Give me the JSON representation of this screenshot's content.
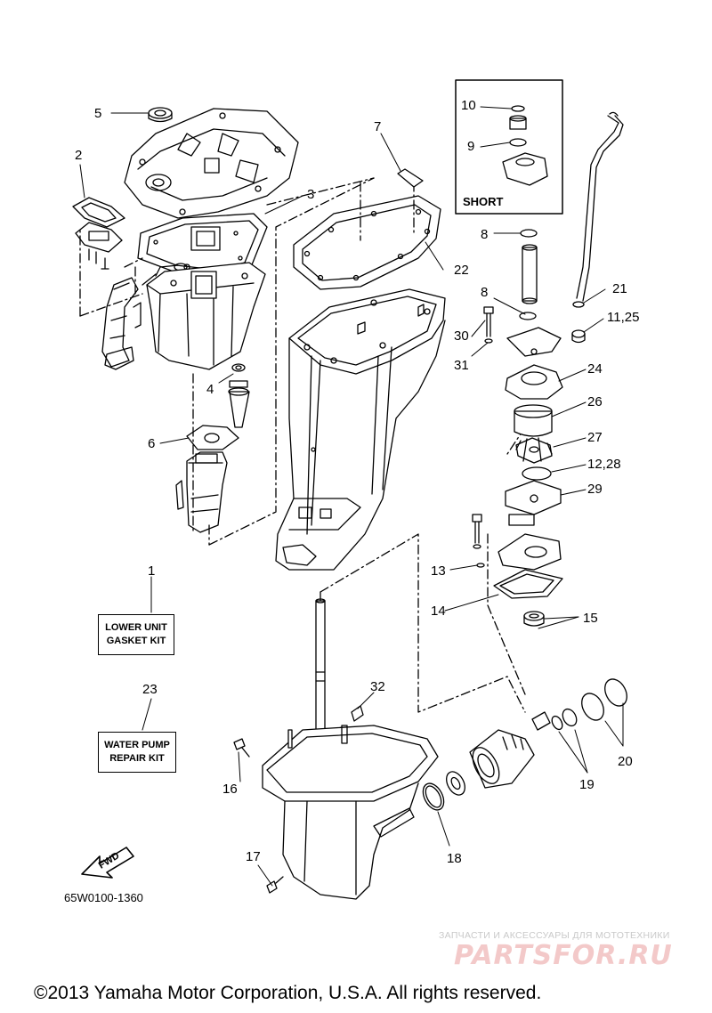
{
  "callouts": {
    "c1": "1",
    "c2": "2",
    "c3": "3",
    "c4": "4",
    "c5": "5",
    "c6": "6",
    "c7": "7",
    "c8a": "8",
    "c8b": "8",
    "c9": "9",
    "c10": "10",
    "c11_25": "11,25",
    "c12_28": "12,28",
    "c13": "13",
    "c14": "14",
    "c15": "15",
    "c16": "16",
    "c17": "17",
    "c18": "18",
    "c19": "19",
    "c20": "20",
    "c21": "21",
    "c22": "22",
    "c23": "23",
    "c24": "24",
    "c26": "26",
    "c27": "27",
    "c29": "29",
    "c30": "30",
    "c31": "31",
    "c32": "32"
  },
  "kits": {
    "lower_unit": {
      "line1": "LOWER UNIT",
      "line2": "GASKET KIT"
    },
    "water_pump": {
      "line1": "WATER PUMP",
      "line2": "REPAIR KIT"
    }
  },
  "inset": {
    "label": "SHORT"
  },
  "fwd_arrow": {
    "label": "FWD"
  },
  "diagram_code": "65W0100-1360",
  "watermark": {
    "tagline": "ЗАПЧАСТИ И АКСЕССУАРЫ ДЛЯ МОТОТЕХНИКИ",
    "logo": "PARTSFOR.RU"
  },
  "footer": {
    "copyright": "©2013 Yamaha Motor Corporation, U.S.A. All rights reserved."
  },
  "colors": {
    "ink": "#000000",
    "watermark_logo": "#f3c9c9",
    "watermark_text": "#c9c9c9"
  }
}
